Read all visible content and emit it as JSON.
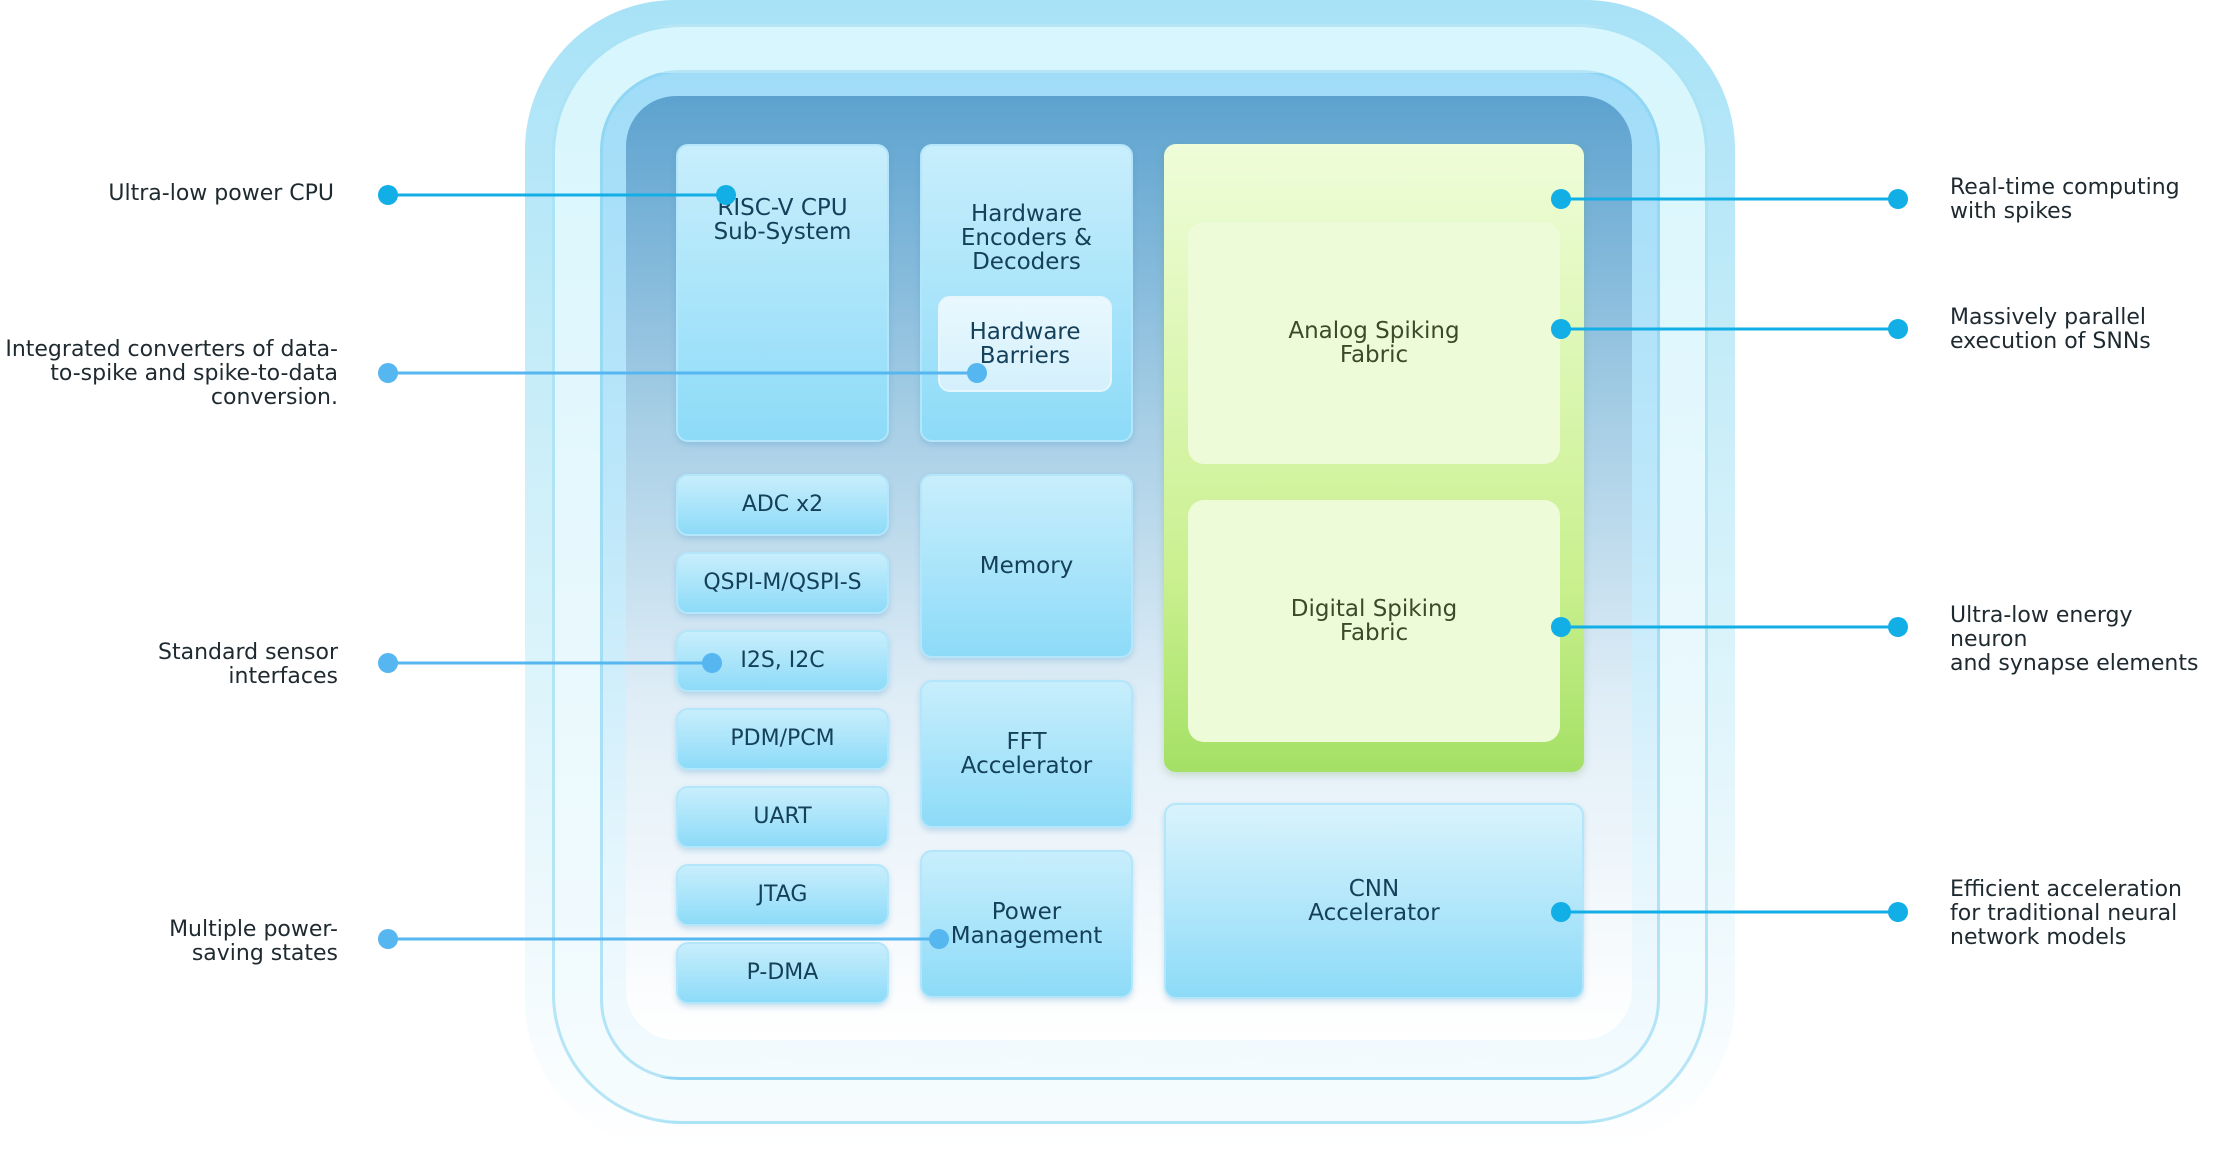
{
  "blocks": {
    "risc_v": "RISC-V CPU\nSub-System",
    "encoders": "Hardware\nEncoders &\nDecoders",
    "barriers": "Hardware\nBarriers",
    "adc": "ADC x2",
    "qspi": "QSPI-M/QSPI-S",
    "i2s": "I2S, I2C",
    "pdm": "PDM/PCM",
    "uart": "UART",
    "jtag": "JTAG",
    "pdma": "P-DMA",
    "memory": "Memory",
    "fft": "FFT\nAccelerator",
    "power": "Power\nManagement",
    "analog": "Analog Spiking\nFabric",
    "digital": "Digital Spiking\nFabric",
    "cnn": "CNN\nAccelerator"
  },
  "annotations": {
    "left": {
      "cpu": "Ultra-low power CPU",
      "converters": "Integrated converters of data-\nto-spike and spike-to-data\nconversion.",
      "sensor": "Standard sensor\ninterfaces",
      "power": "Multiple power-\nsaving states"
    },
    "right": {
      "realtime": "Real-time computing\nwith spikes",
      "parallel": "Massively parallel\nexecution of SNNs",
      "energy": "Ultra-low energy neuron\nand synapse elements",
      "efficient": "Efficient acceleration\nfor traditional neural\nnetwork models"
    }
  },
  "colors": {
    "left_connector": "#55b6f0",
    "right_connector": "#12aee6"
  }
}
